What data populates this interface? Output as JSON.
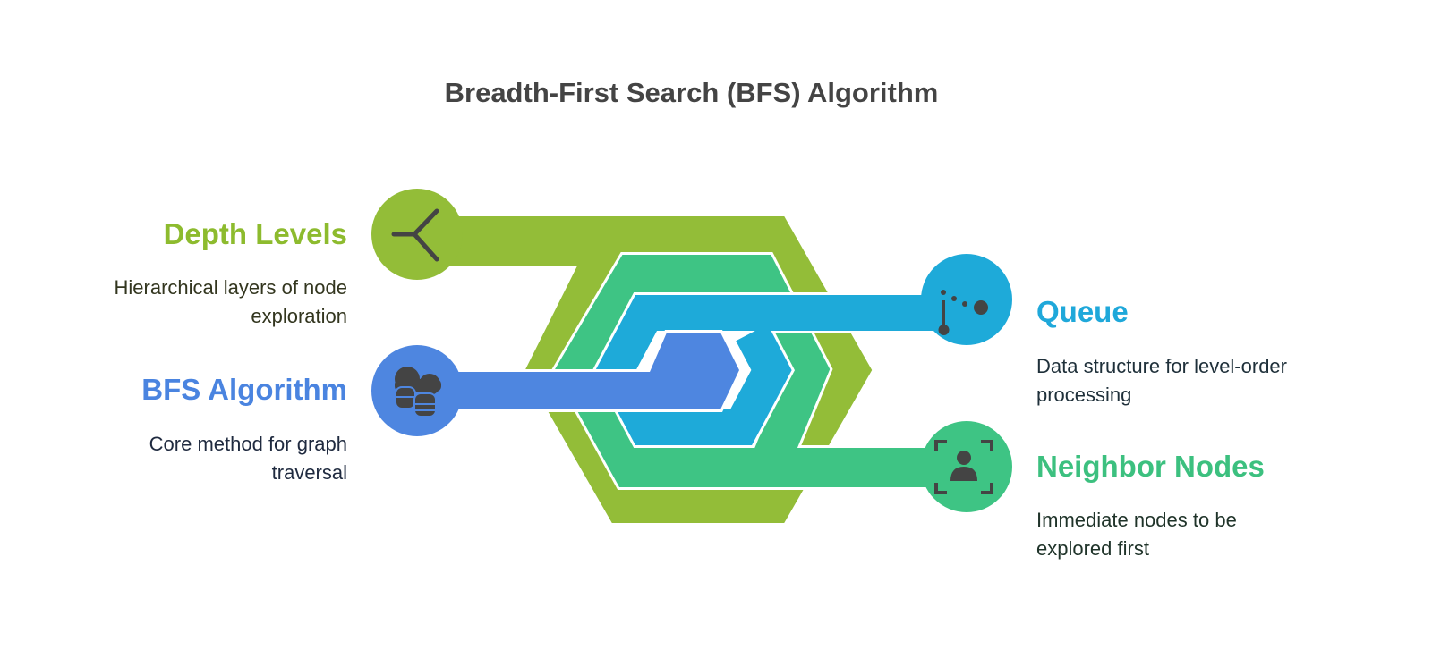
{
  "title": "Breadth-First Search (BFS) Algorithm",
  "colors": {
    "lime": "#93BD38",
    "green": "#3EC484",
    "cyan": "#1EAAD9",
    "blue": "#4E86E0",
    "icon": "#444444"
  },
  "items": [
    {
      "label": "Depth Levels",
      "description": "Hierarchical layers of node exploration",
      "icon": "branch-icon",
      "color": "#8DBB2E"
    },
    {
      "label": "BFS Algorithm",
      "description": "Core method for graph traversal",
      "icon": "database-cloud-icon",
      "color": "#4A84E0"
    },
    {
      "label": "Queue",
      "description": "Data structure for level-order processing",
      "icon": "queue-icon",
      "color": "#1FA8DA"
    },
    {
      "label": "Neighbor Nodes",
      "description": "Immediate nodes to be explored first",
      "icon": "person-focus-icon",
      "color": "#3CC07F"
    }
  ]
}
